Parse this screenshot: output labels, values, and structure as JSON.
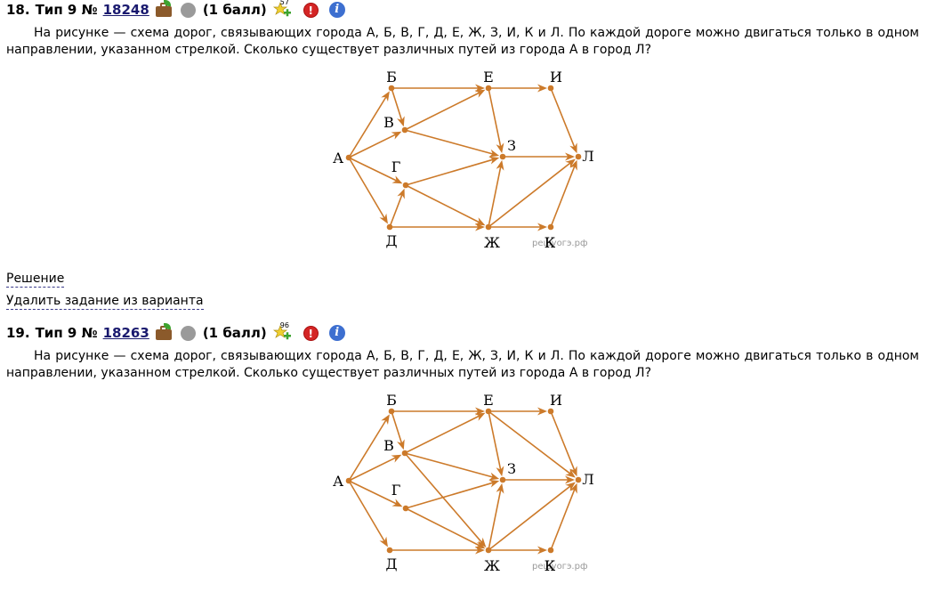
{
  "tasks": [
    {
      "number": "18.",
      "title": "Тип 9 №",
      "id": "18248",
      "points": "(1 балл)",
      "star_count": "57",
      "text": "На рисунке — схема дорог, связывающих города А, Б, В, Г, Д, Е, Ж, З, И, К и Л. По каждой дороге можно двигаться только в одном направлении, указанном стрелкой. Сколько существует различных путей из города А в город Л?",
      "graph": {
        "nodes": [
          {
            "id": "A",
            "label": "А"
          },
          {
            "id": "B",
            "label": "Б"
          },
          {
            "id": "V",
            "label": "В"
          },
          {
            "id": "G",
            "label": "Г"
          },
          {
            "id": "D",
            "label": "Д"
          },
          {
            "id": "E",
            "label": "Е"
          },
          {
            "id": "ZH",
            "label": "Ж"
          },
          {
            "id": "Z",
            "label": "З"
          },
          {
            "id": "I",
            "label": "И"
          },
          {
            "id": "K",
            "label": "К"
          },
          {
            "id": "L",
            "label": "Л"
          }
        ],
        "edges": [
          [
            "A",
            "B"
          ],
          [
            "A",
            "V"
          ],
          [
            "A",
            "G"
          ],
          [
            "A",
            "D"
          ],
          [
            "B",
            "V"
          ],
          [
            "B",
            "E"
          ],
          [
            "V",
            "E"
          ],
          [
            "V",
            "Z"
          ],
          [
            "D",
            "G"
          ],
          [
            "G",
            "Z"
          ],
          [
            "G",
            "ZH"
          ],
          [
            "D",
            "ZH"
          ],
          [
            "E",
            "I"
          ],
          [
            "E",
            "Z"
          ],
          [
            "ZH",
            "Z"
          ],
          [
            "Z",
            "L"
          ],
          [
            "I",
            "L"
          ],
          [
            "ZH",
            "L"
          ],
          [
            "ZH",
            "K"
          ],
          [
            "K",
            "L"
          ]
        ],
        "watermark": "решуогэ.рф"
      }
    },
    {
      "number": "19.",
      "title": "Тип 9 №",
      "id": "18263",
      "points": "(1 балл)",
      "star_count": "96",
      "text": "На рисунке — схема дорог, связывающих города А, Б, В, Г, Д, Е, Ж, З, И, К и Л. По каждой дороге можно двигаться только в одном направлении, указанном стрелкой. Сколько существует различных путей из города А в город Л?",
      "graph": {
        "nodes": [
          {
            "id": "A",
            "label": "А"
          },
          {
            "id": "B",
            "label": "Б"
          },
          {
            "id": "V",
            "label": "В"
          },
          {
            "id": "G",
            "label": "Г"
          },
          {
            "id": "D",
            "label": "Д"
          },
          {
            "id": "E",
            "label": "Е"
          },
          {
            "id": "ZH",
            "label": "Ж"
          },
          {
            "id": "Z",
            "label": "З"
          },
          {
            "id": "I",
            "label": "И"
          },
          {
            "id": "K",
            "label": "К"
          },
          {
            "id": "L",
            "label": "Л"
          }
        ],
        "edges": [
          [
            "A",
            "B"
          ],
          [
            "A",
            "V"
          ],
          [
            "A",
            "G"
          ],
          [
            "A",
            "D"
          ],
          [
            "B",
            "V"
          ],
          [
            "B",
            "E"
          ],
          [
            "V",
            "E"
          ],
          [
            "V",
            "Z"
          ],
          [
            "V",
            "ZH"
          ],
          [
            "G",
            "Z"
          ],
          [
            "G",
            "ZH"
          ],
          [
            "D",
            "ZH"
          ],
          [
            "E",
            "I"
          ],
          [
            "E",
            "Z"
          ],
          [
            "E",
            "L"
          ],
          [
            "ZH",
            "Z"
          ],
          [
            "Z",
            "L"
          ],
          [
            "I",
            "L"
          ],
          [
            "ZH",
            "L"
          ],
          [
            "ZH",
            "K"
          ],
          [
            "K",
            "L"
          ]
        ],
        "watermark": "решуогэ.рф"
      }
    }
  ],
  "links": {
    "solution": "Решение",
    "remove": "Удалить задание из варианта"
  },
  "colors": {
    "edge": "#cc7a2a",
    "node": "#cc7a2a",
    "id_link": "#1a1a6e",
    "warn_icon": "#d42525",
    "info_icon": "#3d6fd0",
    "star_icon": "#f0d030"
  }
}
